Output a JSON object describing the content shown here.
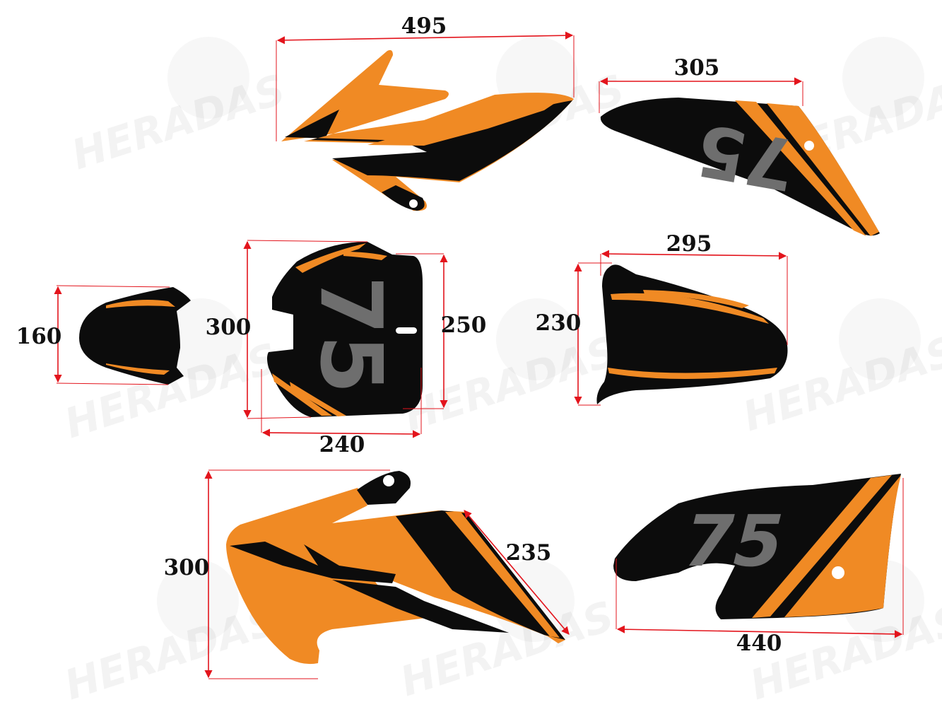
{
  "colors": {
    "orange": "#f08a24",
    "black": "#0c0c0c",
    "grey_number": "#6e6e6e",
    "dimension_red": "#e3141c"
  },
  "watermark": "HERADAS",
  "decal_number": "75",
  "dimensions": {
    "top_left_width": "495",
    "top_right_width": "305",
    "small_height": "160",
    "plate_height_left": "300",
    "plate_height_right": "250",
    "plate_width": "240",
    "fender_width": "295",
    "fender_height": "230",
    "bottom_left_height": "300",
    "bottom_left_diagonal": "235",
    "bottom_right_width": "440"
  }
}
